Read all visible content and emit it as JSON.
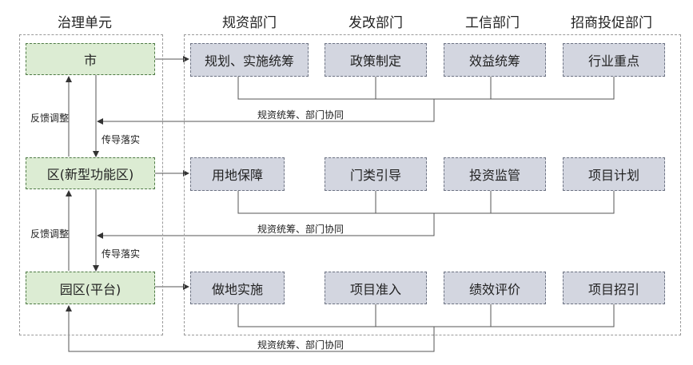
{
  "headers": {
    "unit": "治理单元",
    "depts": [
      "规资部门",
      "发改部门",
      "工信部门",
      "招商投促部门"
    ]
  },
  "units": [
    "市",
    "区(新型功能区)",
    "园区(平台)"
  ],
  "rows": [
    [
      "规划、实施统筹",
      "政策制定",
      "效益统筹",
      "行业重点"
    ],
    [
      "用地保障",
      "门类引导",
      "投资监管",
      "项目计划"
    ],
    [
      "做地实施",
      "项目准入",
      "绩效评价",
      "项目招引"
    ]
  ],
  "labels": {
    "feedback": "反馈调整",
    "transmit": "传导落实",
    "coord": "规资统筹、部门协同"
  }
}
